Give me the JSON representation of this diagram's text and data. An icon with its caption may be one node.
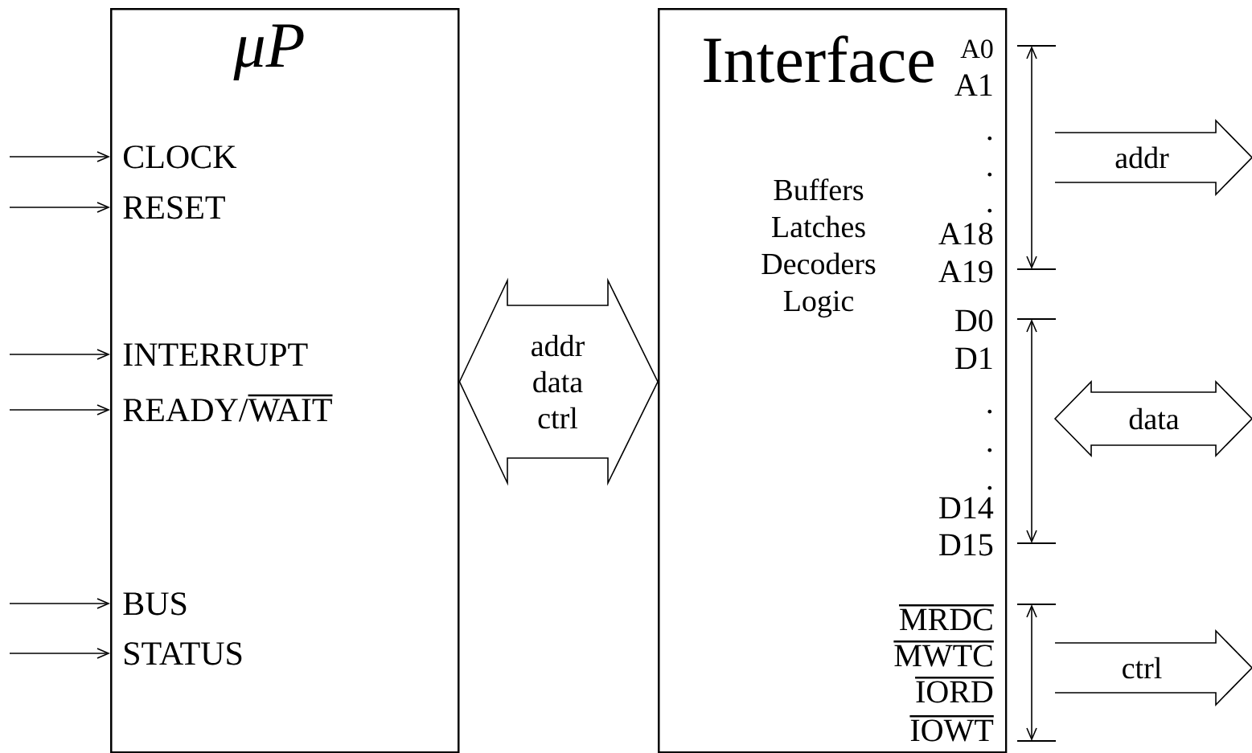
{
  "diagram": {
    "nodes": [
      {
        "text": [
          "μP",
          "CLOCK",
          "RESET",
          "INTERRUPT",
          "READY/",
          "WAIT",
          "BUS",
          "STATUS"
        ]
      },
      {
        "text": [
          "Interface",
          "Buffers Latches Decoders Logic",
          "A0",
          "A1",
          ".",
          ".",
          ".",
          "A18",
          "A19",
          "D0",
          "D1",
          ".",
          ".",
          ".",
          "D14",
          "D15",
          "MRDC",
          "MWTC",
          "IORD",
          "IOWT"
        ]
      },
      {
        "text": [
          "addr"
        ]
      },
      {
        "text": [
          "data"
        ]
      },
      {
        "text": [
          "ctrl"
        ]
      }
    ],
    "edges": [
      {
        "from": null,
        "to": 0,
        "arrow": "to"
      },
      {
        "from": null,
        "to": 0,
        "arrow": "to"
      },
      {
        "from": null,
        "to": 0,
        "arrow": "to"
      },
      {
        "from": null,
        "to": 0,
        "arrow": "to"
      },
      {
        "from": null,
        "to": 0,
        "arrow": "to"
      },
      {
        "from": null,
        "to": 0,
        "arrow": "to"
      },
      {
        "from": 0,
        "to": 1,
        "arrow": "both",
        "label": "addr data ctrl"
      }
    ]
  }
}
